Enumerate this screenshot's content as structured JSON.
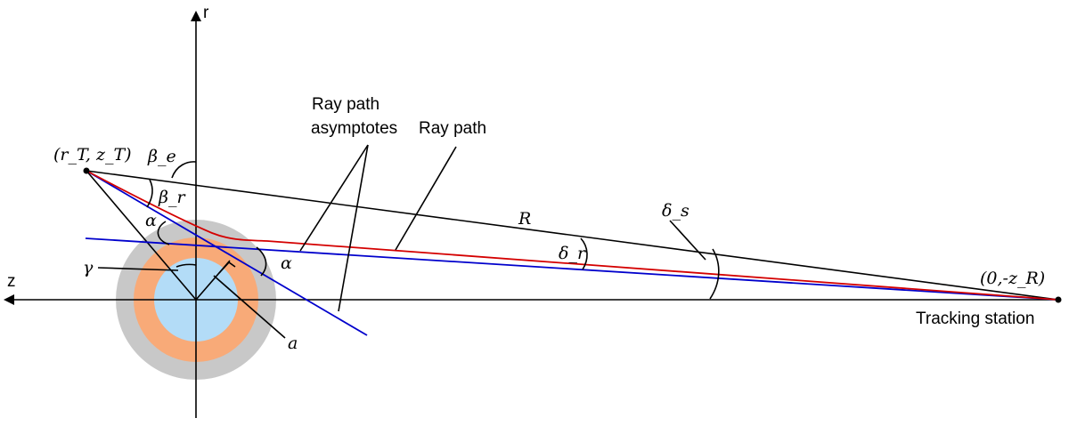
{
  "axes": {
    "r_label": "r",
    "z_label": "z"
  },
  "labels": {
    "ray_path_asymptotes_line1": "Ray path",
    "ray_path_asymptotes_line2": "asymptotes",
    "ray_path": "Ray path",
    "tracking_station": "Tracking station",
    "transmitter_coord": "(r_T, z_T)",
    "station_coord": "(0,-z_R)"
  },
  "symbols": {
    "beta_e": "β_e",
    "beta_r": "β_r",
    "alpha_upper": "α",
    "alpha_right": "α",
    "gamma": "γ",
    "a": "a",
    "R": "R",
    "delta_r": "δ_r",
    "delta_s": "δ_s"
  },
  "colors": {
    "ray_path": "#d40000",
    "asymptote": "#0000cc",
    "outer_layer": "#c8c8c8",
    "middle_layer": "#f8aa78",
    "inner_core": "#b3dcf7",
    "lines": "#000000"
  }
}
